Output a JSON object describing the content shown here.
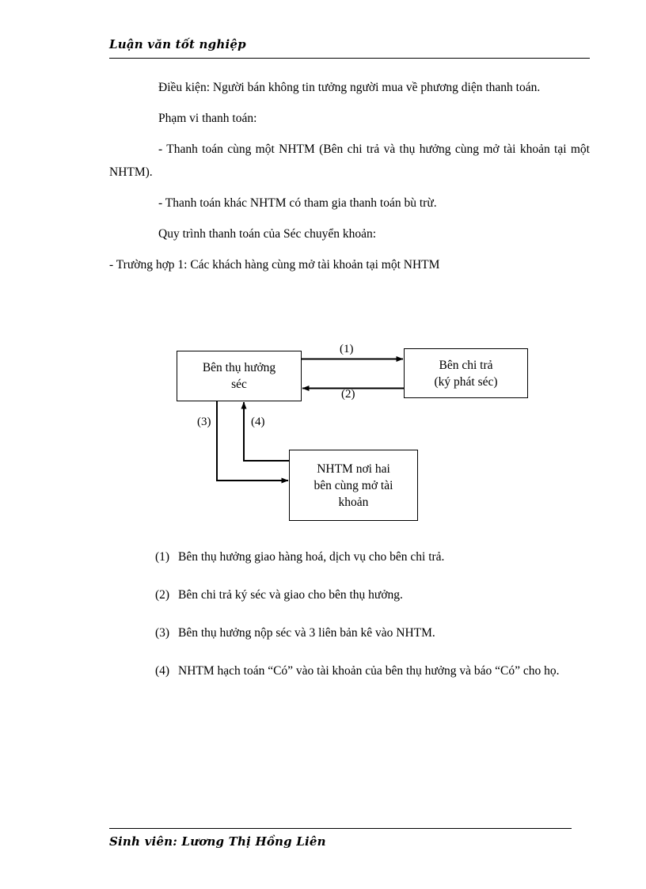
{
  "header": {
    "title": "Luận văn tốt nghiệp"
  },
  "body": {
    "paragraphs": [
      {
        "text": "Điều kiện: Người bán không tin tưởng người mua về phương diện thanh toán.",
        "indent": true
      },
      {
        "text": "Phạm vi thanh toán:",
        "indent": true
      },
      {
        "text": "- Thanh toán cùng một NHTM (Bên chi trả và thụ hưởng cùng mở tài khoản tại một NHTM).",
        "indent": true
      },
      {
        "text": "- Thanh toán khác NHTM có tham gia thanh toán bù trừ.",
        "indent": true
      },
      {
        "text": "Quy trình thanh toán của Séc chuyển  khoản:",
        "indent": true
      },
      {
        "text": "- Trường hợp 1: Các khách hàng cùng mở tài khoản tại một NHTM",
        "indent": false
      }
    ]
  },
  "diagram": {
    "boxes": {
      "beneficiary": "Bên thụ hưởng\nséc",
      "beneficiary_line1": "Bên thụ hưởng",
      "beneficiary_line2": "séc",
      "payer_line1": "Bên chi trả",
      "payer_line2": "(ký phát séc)",
      "bank_line1": "NHTM nơi hai",
      "bank_line2": "bên cùng mở tài",
      "bank_line3": "khoản"
    },
    "arrow_labels": {
      "a1": "(1)",
      "a2": "(2)",
      "a3": "(3)",
      "a4": "(4)"
    },
    "stroke_color": "#000000"
  },
  "notes": [
    {
      "num": "(1)",
      "text": "Bên thụ hưởng giao hàng hoá, dịch vụ cho bên chi trả."
    },
    {
      "num": "(2)",
      "text": "Bên chi trả ký séc và giao cho bên thụ hưởng."
    },
    {
      "num": "(3)",
      "text": "Bên thụ hưởng nộp séc và 3 liên bản kê vào NHTM."
    },
    {
      "num": "(4)",
      "text": "NHTM hạch toán “Có” vào tài khoản của bên thụ hưởng và báo “Có” cho họ."
    }
  ],
  "footer": {
    "title": "Sinh viên: Lương Thị Hồng Liên"
  }
}
